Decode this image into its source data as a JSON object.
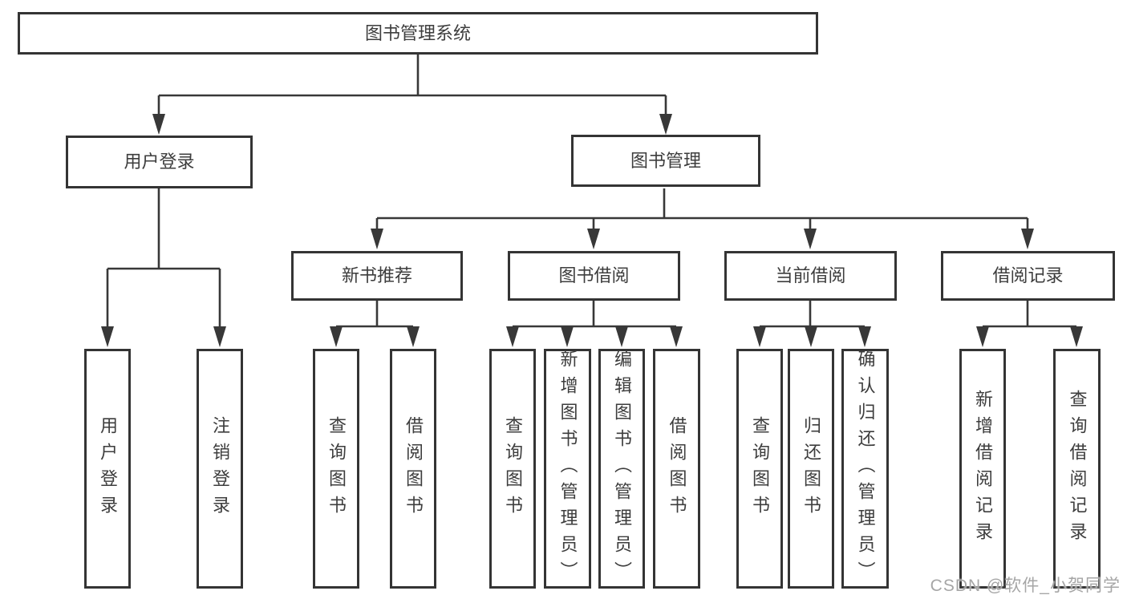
{
  "tree": {
    "root": "图书管理系统",
    "branches": [
      {
        "label": "用户登录",
        "leaves": [
          "用户登录",
          "注销登录"
        ]
      },
      {
        "label": "图书管理",
        "groups": [
          {
            "label": "新书推荐",
            "leaves": [
              "查询图书",
              "借阅图书"
            ]
          },
          {
            "label": "图书借阅",
            "leaves": [
              "查询图书",
              "新增图书（管理员）",
              "编辑图书（管理员）",
              "借阅图书"
            ]
          },
          {
            "label": "当前借阅",
            "leaves": [
              "查询图书",
              "归还图书",
              "确认归还（管理员）"
            ]
          },
          {
            "label": "借阅记录",
            "leaves": [
              "新增借阅记录",
              "查询借阅记录"
            ]
          }
        ]
      }
    ]
  },
  "watermark": "CSDN @软件_小贺同学",
  "colors": {
    "line": "#383838",
    "border": "#343434",
    "text": "#3d3d3d",
    "watermark": "#a6a6a6"
  }
}
